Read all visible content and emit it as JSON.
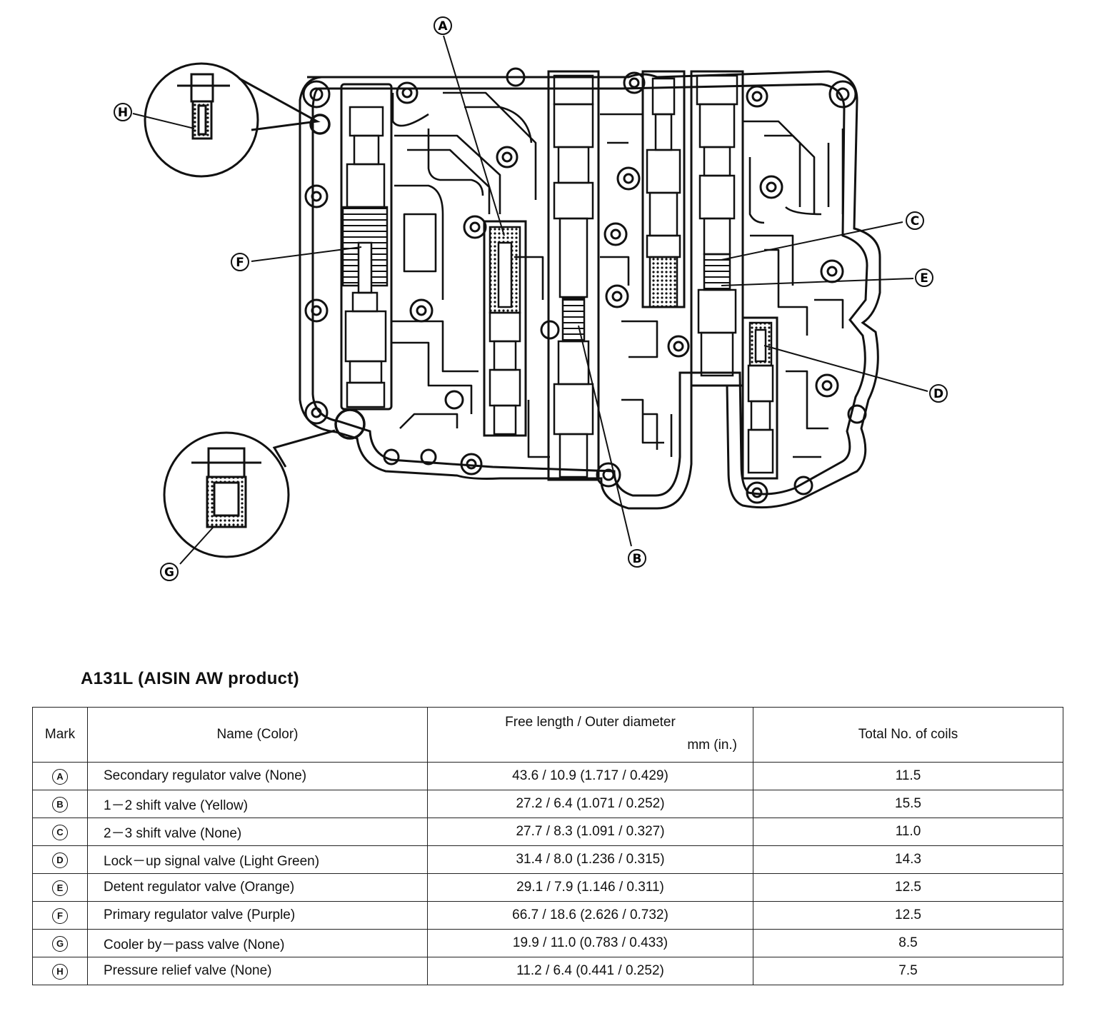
{
  "diagram": {
    "callouts": [
      {
        "id": "A",
        "letter": "A"
      },
      {
        "id": "B",
        "letter": "B"
      },
      {
        "id": "C",
        "letter": "C"
      },
      {
        "id": "D",
        "letter": "D"
      },
      {
        "id": "E",
        "letter": "E"
      },
      {
        "id": "F",
        "letter": "F"
      },
      {
        "id": "G",
        "letter": "G"
      },
      {
        "id": "H",
        "letter": "H"
      }
    ]
  },
  "spec": {
    "title": "A131L (AISIN AW product)",
    "headers": {
      "mark": "Mark",
      "name": "Name (Color)",
      "length_line1": "Free length / Outer diameter",
      "length_line2": "mm (in.)",
      "coils": "Total No. of coils"
    },
    "rows": [
      {
        "mark": "A",
        "name": "Secondary regulator valve (None)",
        "length": "43.6 / 10.9 (1.717 / 0.429)",
        "coils": "11.5"
      },
      {
        "mark": "B",
        "name": "1－2 shift valve (Yellow)",
        "length": "27.2 / 6.4 (1.071 / 0.252)",
        "coils": "15.5"
      },
      {
        "mark": "C",
        "name": "2－3 shift valve (None)",
        "length": "27.7 / 8.3 (1.091 / 0.327)",
        "coils": "11.0"
      },
      {
        "mark": "D",
        "name": "Lock－up signal valve (Light Green)",
        "length": "31.4 / 8.0 (1.236 / 0.315)",
        "coils": "14.3"
      },
      {
        "mark": "E",
        "name": "Detent regulator valve (Orange)",
        "length": "29.1 / 7.9 (1.146 / 0.311)",
        "coils": "12.5"
      },
      {
        "mark": "F",
        "name": "Primary regulator valve (Purple)",
        "length": "66.7 / 18.6 (2.626 / 0.732)",
        "coils": "12.5"
      },
      {
        "mark": "G",
        "name": "Cooler by－pass valve (None)",
        "length": "19.9 / 11.0 (0.783 / 0.433)",
        "coils": "8.5"
      },
      {
        "mark": "H",
        "name": "Pressure relief valve (None)",
        "length": "11.2 / 6.4 (0.441 / 0.252)",
        "coils": "7.5"
      }
    ]
  }
}
